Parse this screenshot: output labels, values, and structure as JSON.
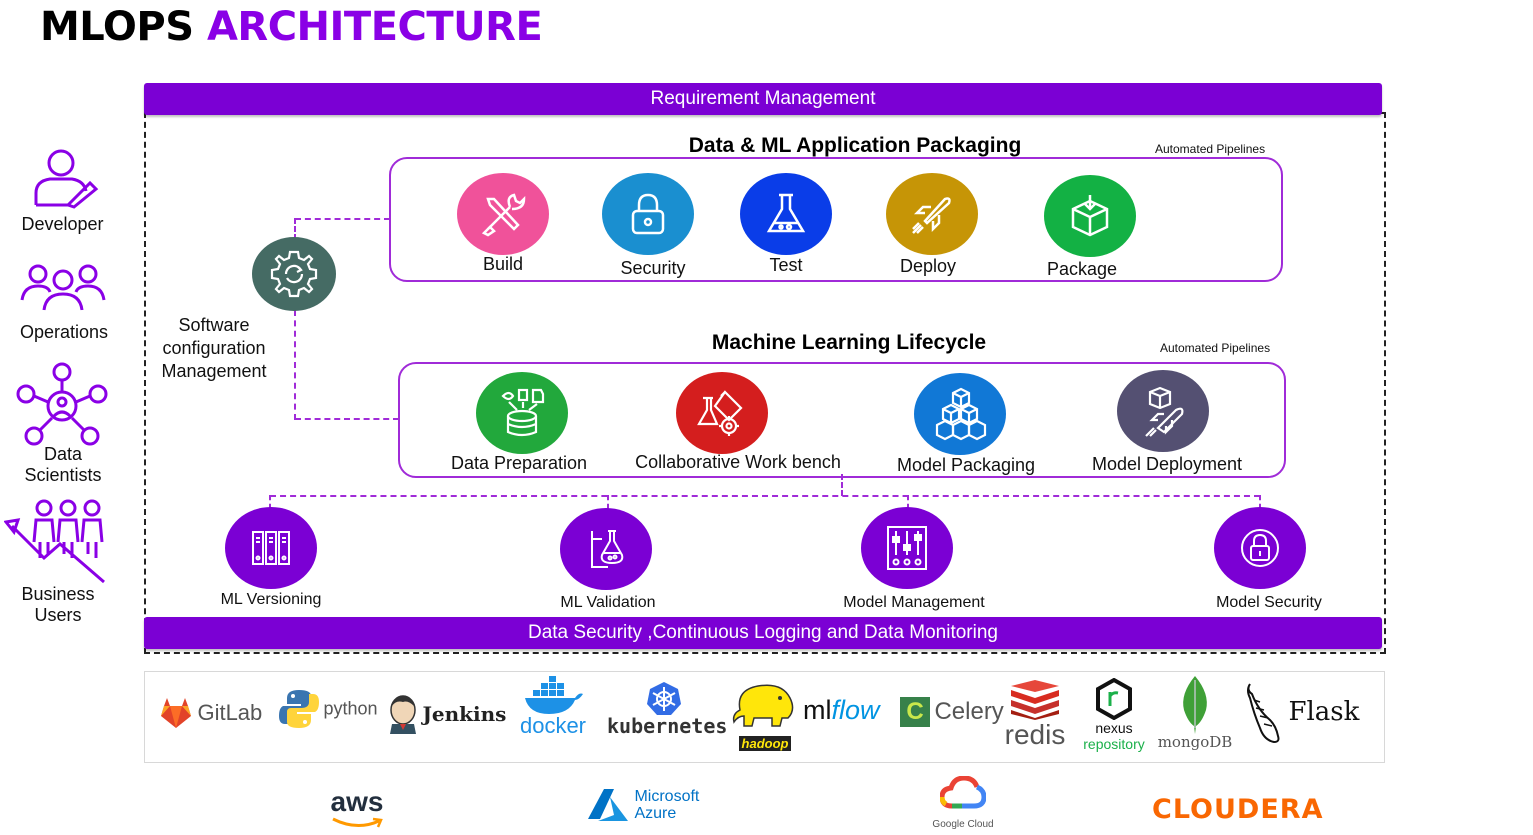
{
  "title": {
    "part1": "MLOPS",
    "part2": "ARCHITECTURE"
  },
  "colors": {
    "purple": "#7b00d4",
    "title_accent": "#8a00e6",
    "panel_border": "#a02bd8"
  },
  "top_bar": "Requirement  Management",
  "bottom_bar": "Data Security ,Continuous Logging and Data Monitoring",
  "actors": [
    {
      "label": "Developer",
      "icon": "developer-icon"
    },
    {
      "label": "Operations",
      "icon": "operations-icon"
    },
    {
      "label": "Data\nScientists",
      "label_line1": "Data",
      "label_line2": "Scientists",
      "icon": "data-scientists-icon"
    },
    {
      "label_line1": "Business",
      "label_line2": "Users",
      "icon": "business-users-icon"
    }
  ],
  "scm": {
    "line1": "Software",
    "line2": "configuration",
    "line3": "Management",
    "icon": "gear-cycle-icon"
  },
  "packaging": {
    "title": "Data & ML Application Packaging",
    "note": "Automated Pipelines",
    "items": [
      {
        "label": "Build",
        "color": "#f0529a",
        "icon": "tools-icon"
      },
      {
        "label": "Security",
        "color": "#1a8fd0",
        "icon": "lock-icon"
      },
      {
        "label": "Test",
        "color": "#0a3de8",
        "icon": "flask-icon"
      },
      {
        "label": "Deploy",
        "color": "#c69506",
        "icon": "rocket-icon"
      },
      {
        "label": "Package",
        "color": "#13b144",
        "icon": "box-icon"
      }
    ]
  },
  "lifecycle": {
    "title": "Machine Learning Lifecycle",
    "note": "Automated Pipelines",
    "items": [
      {
        "label": "Data Preparation",
        "color": "#22a83c",
        "icon": "database-icon"
      },
      {
        "label": "Collaborative Work bench",
        "color": "#d41e1e",
        "icon": "lab-gear-icon"
      },
      {
        "label": "Model Packaging",
        "color": "#1178d6",
        "icon": "cubes-icon"
      },
      {
        "label": "Model Deployment",
        "color": "#545072",
        "icon": "cube-rocket-icon"
      }
    ]
  },
  "model_ops": [
    {
      "label": "ML Versioning",
      "icon": "versions-icon"
    },
    {
      "label": "ML Validation",
      "icon": "validation-icon"
    },
    {
      "label": "Model Management",
      "icon": "sliders-icon"
    },
    {
      "label": "Model Security",
      "icon": "shield-lock-icon"
    }
  ],
  "tools": {
    "gitlab": "GitLab",
    "python": "python",
    "jenkins": "Jenkins",
    "docker": "docker",
    "kubernetes": "kubernetes",
    "hadoop": "hadoop",
    "mlflow_a": "ml",
    "mlflow_b": "flow",
    "celery": "Celery",
    "redis": "redis",
    "nexus_a": "nexus",
    "nexus_b": "repository",
    "mongodb": "mongoDB",
    "flask": "Flask"
  },
  "clouds": {
    "aws": "aws",
    "azure_a": "Microsoft",
    "azure_b": "Azure",
    "gcloud": "Google Cloud",
    "cloudera": "CLOUDERA"
  }
}
